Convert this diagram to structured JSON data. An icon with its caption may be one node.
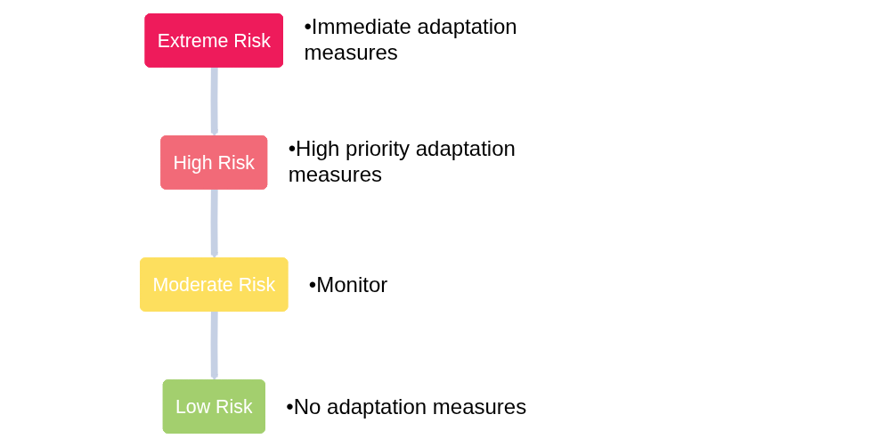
{
  "diagram": {
    "nodes": [
      {
        "text": [
          "Extreme Risk"
        ],
        "beside": [
          "•Immediate adaptation measures"
        ]
      },
      {
        "text": [
          "High Risk"
        ],
        "beside": [
          "•High priority adaptation measures"
        ]
      },
      {
        "text": [
          "Moderate Risk"
        ],
        "beside": [
          "•Monitor"
        ]
      },
      {
        "text": [
          "Low Risk"
        ],
        "beside": [
          "•No adaptation measures"
        ]
      }
    ],
    "edges": [
      {
        "from": 0,
        "to": 1,
        "arrow": "to"
      },
      {
        "from": 1,
        "to": 2,
        "arrow": "to"
      },
      {
        "from": 2,
        "to": 3,
        "arrow": "to"
      }
    ]
  }
}
